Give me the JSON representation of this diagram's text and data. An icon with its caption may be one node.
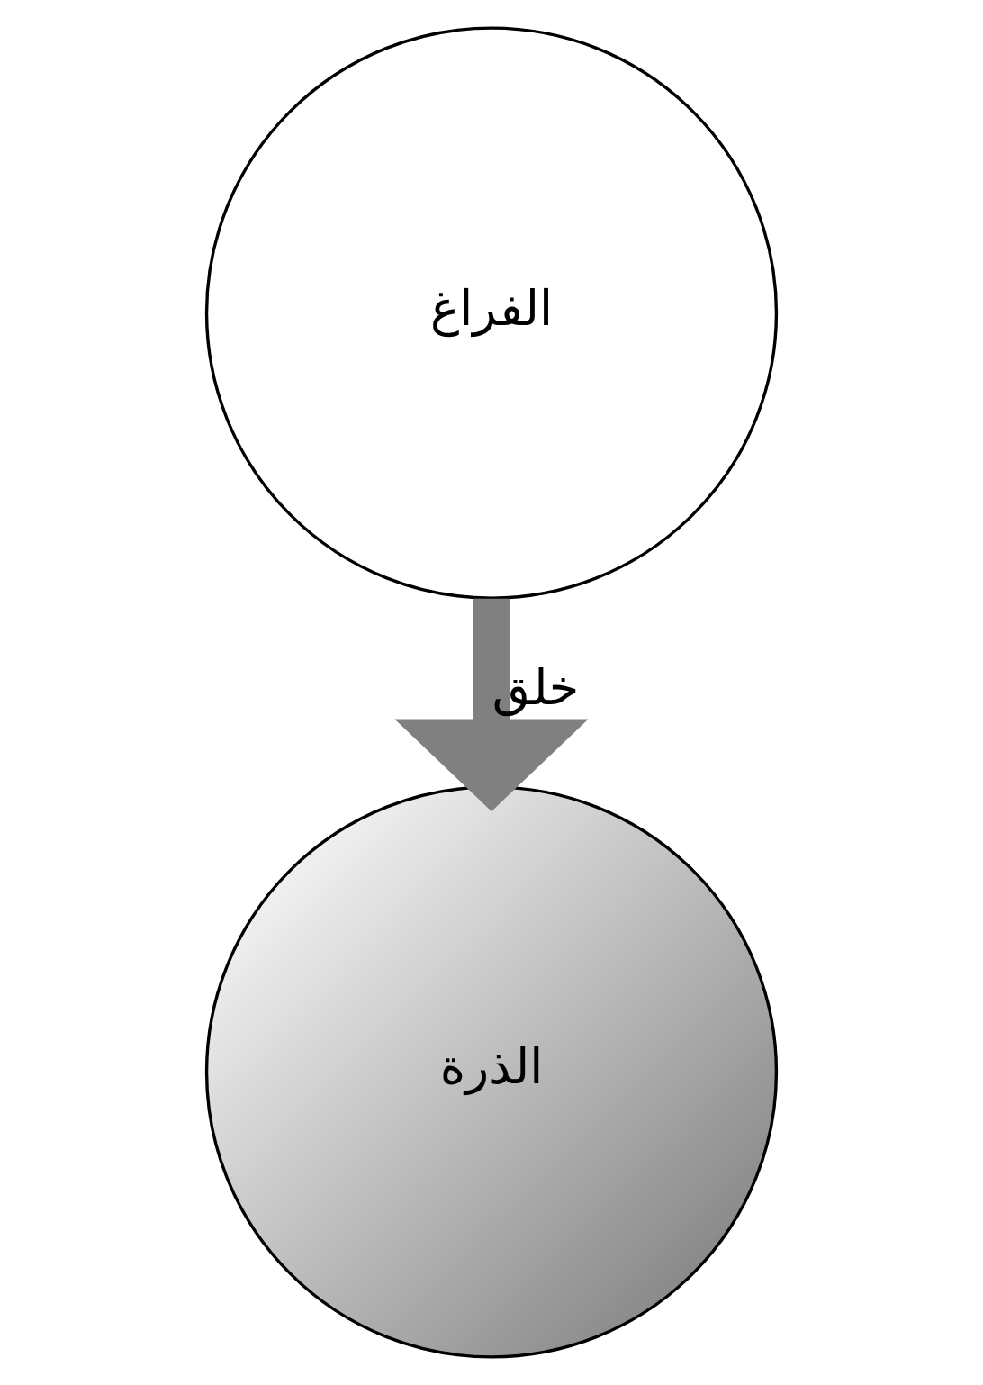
{
  "diagram": {
    "nodes": [
      {
        "text": [
          "الفراغ"
        ]
      },
      {
        "text": [
          "الذرة"
        ]
      }
    ],
    "edges": [
      {
        "from": 0,
        "to": 1,
        "arrow": "to",
        "label": "خلق",
        "color": "#808080"
      }
    ]
  }
}
